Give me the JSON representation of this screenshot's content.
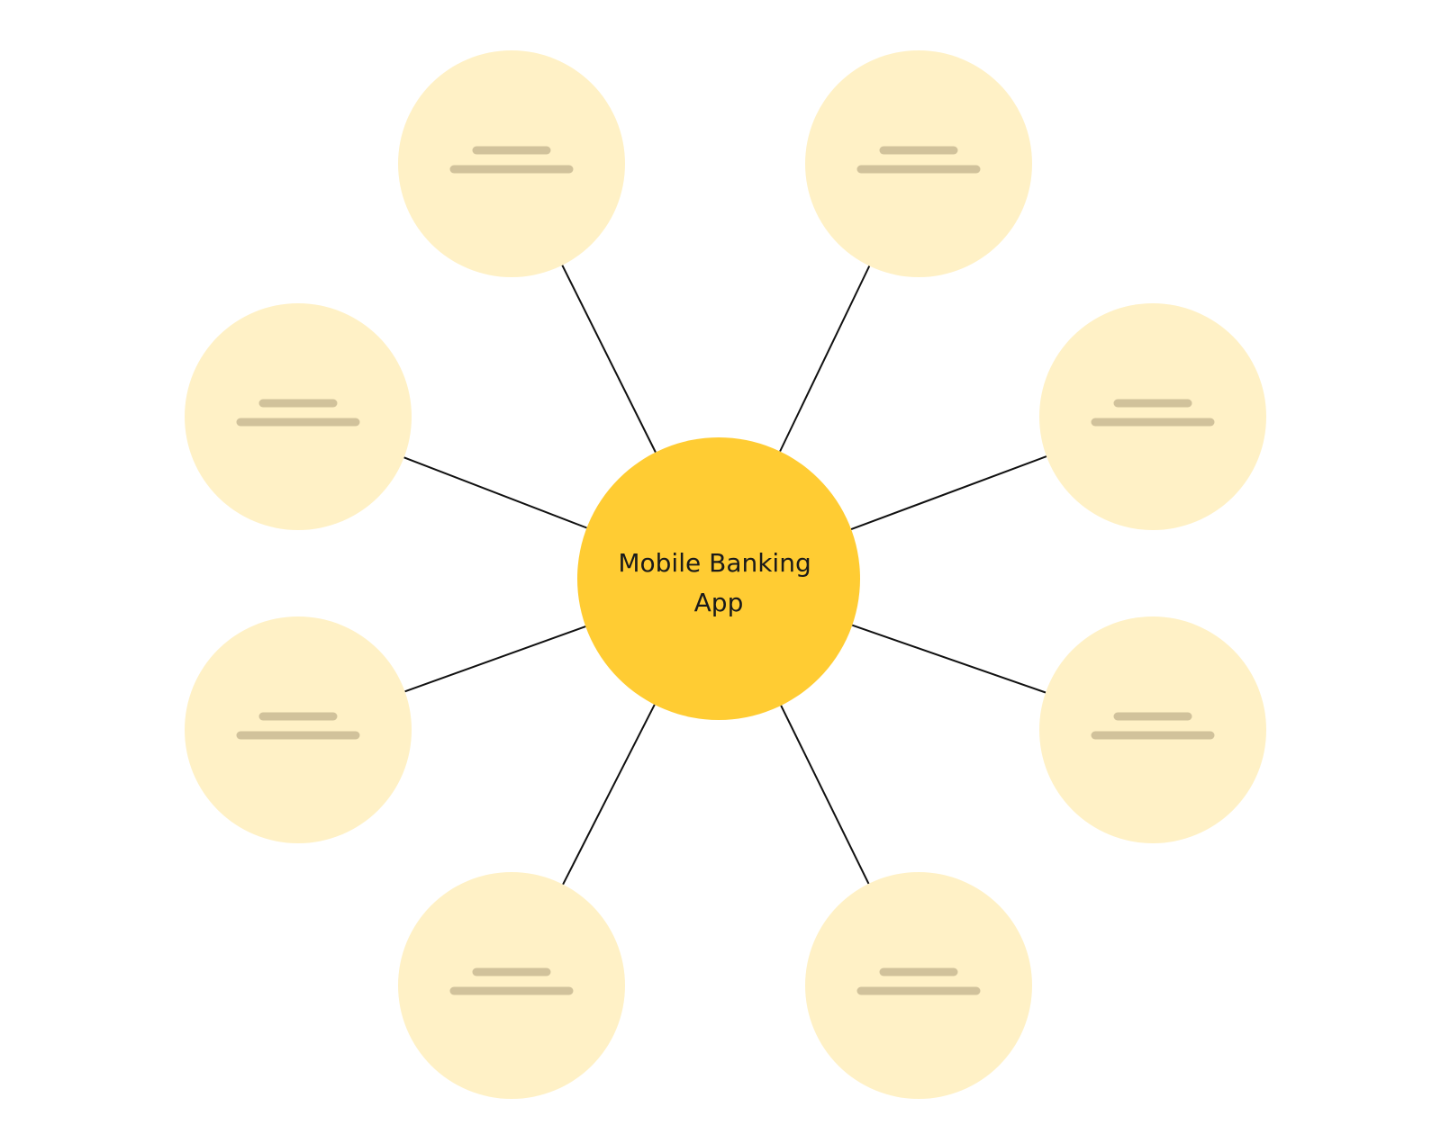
{
  "diagram": {
    "center": {
      "label_lines": [
        "Mobile Banking",
        "App"
      ]
    },
    "nodes_placeholder_count": 8,
    "colors": {
      "center_fill": "#FFCC33",
      "node_fill": "#FFF1C6",
      "placeholder_bar": "#D1C29B",
      "connector": "#111111",
      "background": "#FFFFFF"
    }
  }
}
